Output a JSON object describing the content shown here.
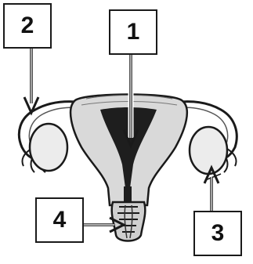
{
  "labels": [
    {
      "id": "1",
      "text": "1"
    },
    {
      "id": "2",
      "text": "2"
    },
    {
      "id": "3",
      "text": "3"
    },
    {
      "id": "4",
      "text": "4"
    }
  ],
  "colors": {
    "outline": "#1a1a1a",
    "tissue": "#d9d9d9",
    "cavity": "#1e1e1e",
    "background": "#ffffff"
  }
}
